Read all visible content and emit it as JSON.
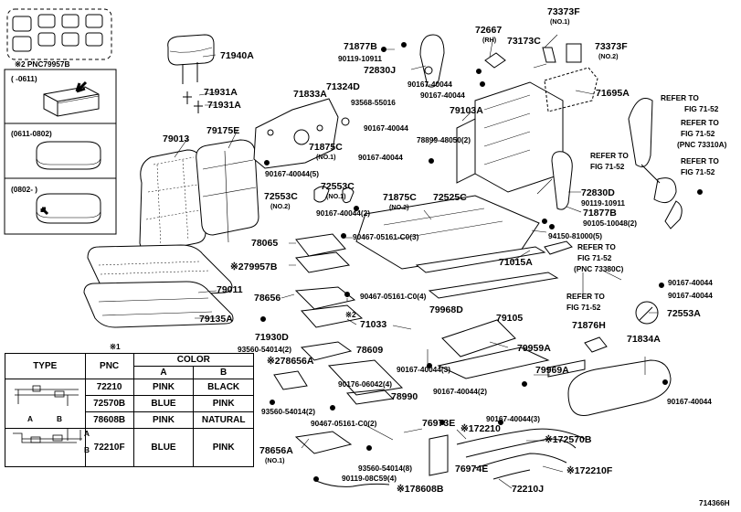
{
  "parts": {
    "p71940A": "71940A",
    "p71931A_1": "71931A",
    "p71931A_2": "71931A",
    "p79013": "79013",
    "p79175E": "79175E",
    "p79011": "79011",
    "p79135A": "79135A",
    "p71833A": "71833A",
    "p71324D": "71324D",
    "p93568": "93568-55016",
    "p71877B_top": "71877B",
    "p90119_top": "90119-10911",
    "p72830J": "72830J",
    "p72667": "72667",
    "p72667rh": "(RH)",
    "p73173C": "73173C",
    "p73373F_1": "73373F",
    "p73373F_1n": "(NO.1)",
    "p73373F_2": "73373F",
    "p73373F_2n": "(NO.2)",
    "p90167_a": "90167-40044",
    "p90167_b": "90167-40044",
    "p71695A": "71695A",
    "p79103A": "79103A",
    "p90167_c": "90167-40044",
    "p71875C_1": "71875C",
    "p71875C_1n": "(NO.1)",
    "p90167_d": "90167-40044(5)",
    "p90167_e": "90167-40044",
    "p78899": "78899-48050(2)",
    "p72553C_2": "72553C",
    "p72553C_2n": "(NO.2)",
    "p72553C_1": "72553C",
    "p72553C_1n": "(NO.1)",
    "p90167_f": "90167-40044(2)",
    "p71875C_2": "71875C",
    "p71875C_2n": "(NO.2)",
    "p72525C": "72525C",
    "p72830D": "72830D",
    "p90119_mid": "90119-10911",
    "p71877B_mid": "71877B",
    "p90105": "90105-10048(2)",
    "p94150": "94150-81000(5)",
    "p71015A": "71015A",
    "p78065": "78065",
    "p90467_a": "90467-05161-C0(3)",
    "p79957B": "※279957B",
    "p78656": "78656",
    "p90467_b": "90467-05161-C0(4)",
    "p2mark": "※2",
    "p71033": "71033",
    "p71930D": "71930D",
    "p93560_a": "93560-54014(2)",
    "p78609": "78609",
    "p78656A_2": "※278656A",
    "p90176": "90176-06042(4)",
    "p78990": "78990",
    "p93560_b": "93560-54014(2)",
    "p79968D": "79968D",
    "p79105": "79105",
    "p79959A": "79959A",
    "p90167_g": "90167-40044(3)",
    "p79969A": "79969A",
    "p90167_h": "90167-40044(2)",
    "p90467_c": "90467-05161-C0(2)",
    "p76973E": "76973E",
    "p72210_1": "※172210",
    "p90167_i": "90167-40044(3)",
    "p72570B": "※172570B",
    "p78656A": "78656A",
    "p78656An": "(NO.1)",
    "p93560_c": "93560-54014(8)",
    "p90119_bot": "90119-08C59(4)",
    "p76974E": "76974E",
    "p72210F": "※172210F",
    "p72210J": "72210J",
    "p78608B": "※178608B",
    "p71876H": "71876H",
    "p71834A": "71834A",
    "p90167_j": "90167-40044",
    "p90167_k": "90167-40044",
    "p72553A": "72553A",
    "p90167_l": "90167-40044",
    "ref1a": "REFER TO",
    "ref1b": "FIG 71-52",
    "ref2a": "REFER TO",
    "ref2b": "FIG 71-52",
    "ref2c": "(PNC 73310A)",
    "ref3a": "REFER TO",
    "ref3b": "FIG 71-52",
    "ref4a": "REFER TO",
    "ref4b": "FIG 71-52",
    "ref5a": "REFER TO",
    "ref5b": "FIG 71-52",
    "ref5c": "(PNC 73380C)",
    "ref6a": "REFER TO",
    "ref6b": "FIG 71-52"
  },
  "inset": {
    "header": "※2 PNC79957B",
    "range1": "(    -0611)",
    "range2": "(0611-0802)",
    "range3": "(0802-    )"
  },
  "color_table": {
    "note": "※1",
    "h_type": "TYPE",
    "h_pnc": "PNC",
    "h_color": "COLOR",
    "h_a": "A",
    "h_b": "B",
    "rows": [
      {
        "pnc": "72210",
        "a": "PINK",
        "b": "BLACK"
      },
      {
        "pnc": "72570B",
        "a": "BLUE",
        "b": "PINK"
      },
      {
        "pnc": "78608B",
        "a": "PINK",
        "b": "NATURAL"
      },
      {
        "pnc": "72210F",
        "a": "BLUE",
        "b": "PINK"
      }
    ],
    "mark_a1": "A",
    "mark_b1": "B",
    "mark_a2": "A",
    "mark_b2": "B"
  },
  "figure_id": "714366H"
}
